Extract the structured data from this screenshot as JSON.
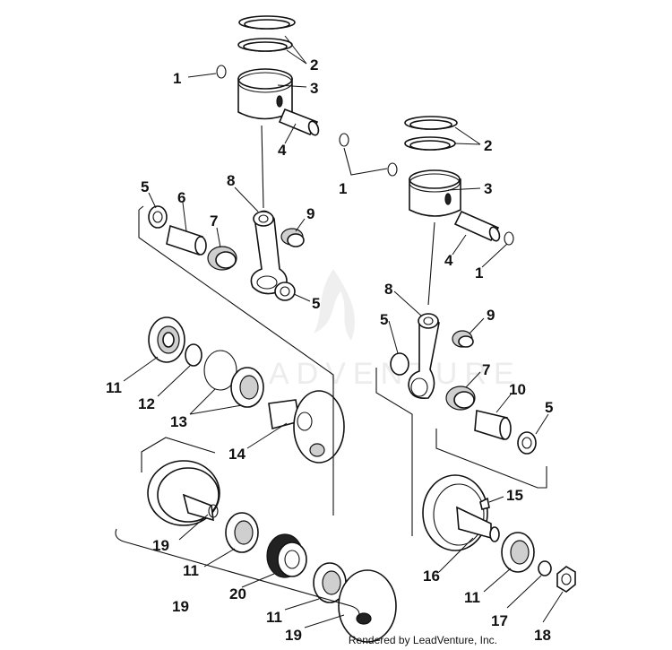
{
  "watermark": {
    "text": "ADVENTURE"
  },
  "footer": {
    "credit": "Rendered by LeadVenture, Inc."
  },
  "callouts": {
    "c1a": "1",
    "c2a": "2",
    "c3a": "3",
    "c4a": "4",
    "c1b": "1",
    "c2b": "2",
    "c3b": "3",
    "c4b": "4",
    "c1c": "1",
    "c5a": "5",
    "c6": "6",
    "c7a": "7",
    "c8a": "8",
    "c9a": "9",
    "c5b": "5",
    "c8b": "8",
    "c9b": "9",
    "c5c": "5",
    "c7b": "7",
    "c10": "10",
    "c5d": "5",
    "c11a": "11",
    "c12": "12",
    "c13": "13",
    "c14": "14",
    "c15": "15",
    "c16": "16",
    "c19a": "19",
    "c11b": "11",
    "c20": "20",
    "c11c": "11",
    "c19b": "19",
    "c19c": "19",
    "c11d": "11",
    "c17": "17",
    "c18": "18"
  }
}
